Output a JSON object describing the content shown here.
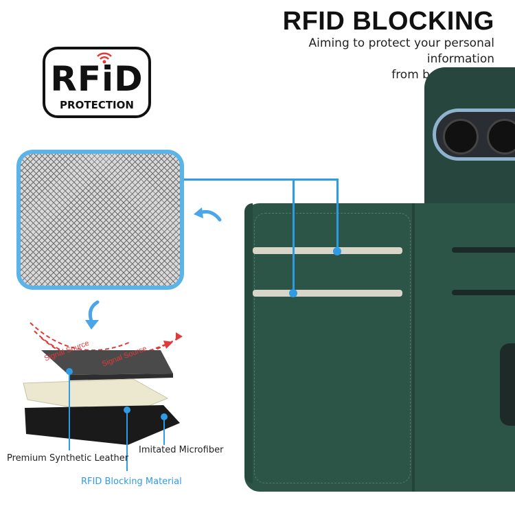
{
  "heading": {
    "title": "RFID BLOCKING",
    "subtitle_line1": "Aiming to protect your personal information",
    "subtitle_line2": "from being stolen"
  },
  "badge": {
    "rfid": "RFiD",
    "protection": "PROTECTION"
  },
  "layers": {
    "signal_label_1": "Signal Source",
    "signal_label_2": "Signal Source",
    "leather": "Premium Synthetic Leather",
    "microfiber": "Imitated Microfiber",
    "rfid_material": "RFID Blocking Material"
  },
  "colors": {
    "accent_blue": "#2f9be2",
    "wallet_green": "#2c5447",
    "signal_red": "#e03a3a"
  }
}
